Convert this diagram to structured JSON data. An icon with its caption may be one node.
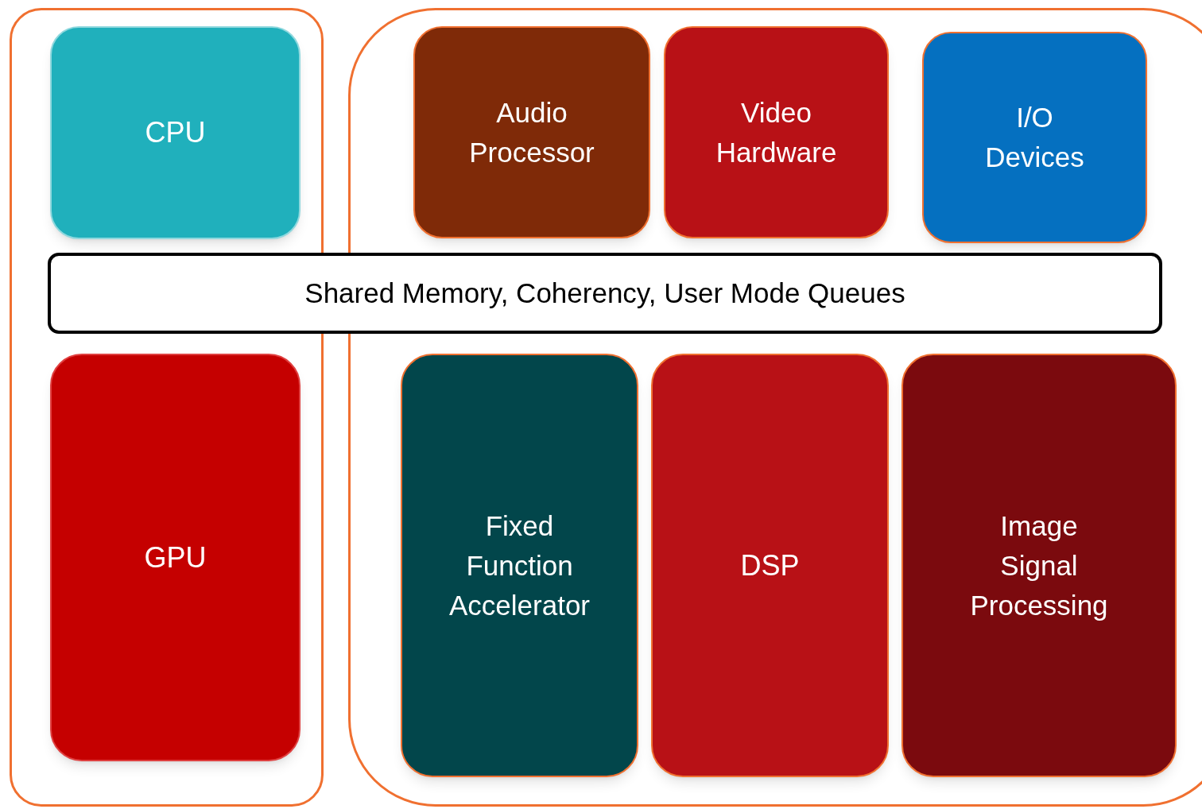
{
  "diagram": {
    "nodes": [
      {
        "text": [],
        "shape": "box"
      },
      {
        "text": [
          "CPU"
        ],
        "in": 0
      },
      {
        "text": [],
        "shape": "box"
      },
      {
        "text": [
          "Audio Processor"
        ],
        "in": 2
      },
      {
        "text": [
          "Video Hardware"
        ],
        "in": 2
      },
      {
        "text": [
          "I/O Devices"
        ],
        "in": 2
      },
      {
        "text": [
          "Shared Memory, Coherency, User Mode Queues"
        ]
      },
      {
        "text": [
          "GPU"
        ],
        "in": 0
      },
      {
        "text": [
          "Fixed Function Accelerator"
        ],
        "in": 2
      },
      {
        "text": [
          "DSP"
        ],
        "in": 2
      },
      {
        "text": [
          "Image Signal Processing"
        ],
        "in": 2
      }
    ]
  }
}
